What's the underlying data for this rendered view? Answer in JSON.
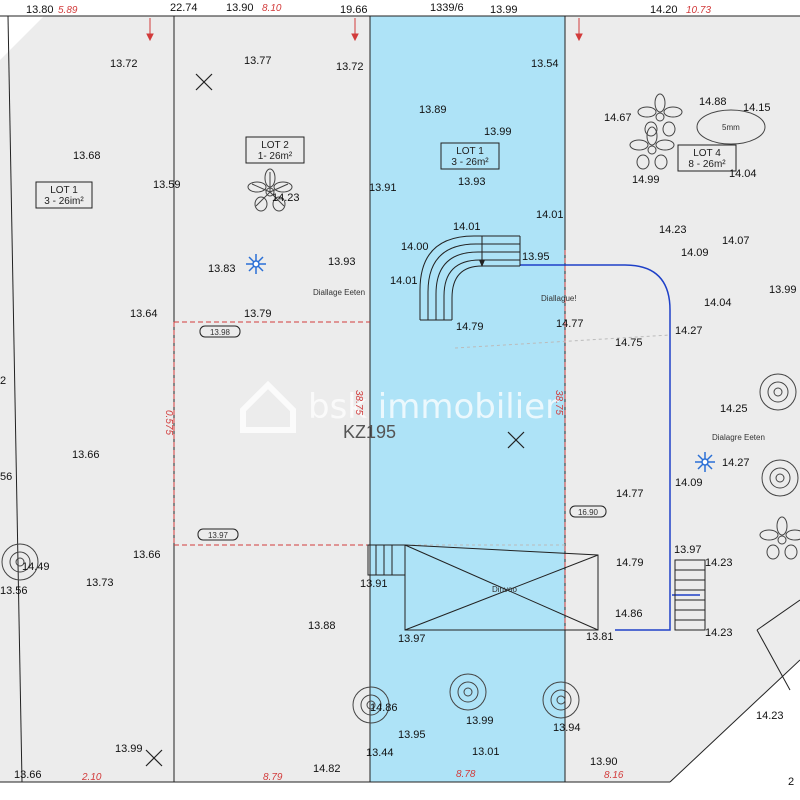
{
  "colors": {
    "background": "#ececec",
    "lot_highlight": "#aee3f7",
    "boundary_line": "#222222",
    "dimension_red": "#d23b3b",
    "pipe_blue": "#1e40c8"
  },
  "watermark": {
    "text": "bsk immobilier"
  },
  "parcel": {
    "label": "KZ195"
  },
  "lots": [
    {
      "name": "LOT 1",
      "area": "3 - 26im²"
    },
    {
      "name": "LOT 2",
      "area": "1- 26m²"
    },
    {
      "name": "LOT 1",
      "area": "3 - 26m²"
    },
    {
      "name": "LOT 4",
      "area": "8 - 26m²"
    }
  ],
  "top_labels": [
    "13.80",
    "5.89",
    "22.74",
    "13.90",
    "8.10",
    "19.66",
    "1339/6",
    "13.99",
    "14.20",
    "10.73"
  ],
  "bottom_labels": [
    "13.66",
    "2.10",
    "8.79",
    "14.82",
    "8.78",
    "13.01",
    "13.90",
    "8.16"
  ],
  "side_dims": [
    "0.575",
    "38.75",
    "38.75"
  ],
  "boxed_values": [
    "13.98",
    "13.97",
    "16.90"
  ],
  "annotations": [
    "Diallage Eeten",
    "Diallague!",
    "Dialagre Eeten",
    "Dinvoo",
    "5mm"
  ],
  "elevations": [
    "13.72",
    "13.77",
    "13.72",
    "13.54",
    "13.89",
    "13.99",
    "14.67",
    "14.88",
    "14.15",
    "13.68",
    "14.23",
    "13.59",
    "13.91",
    "13.93",
    "14.99",
    "14.04",
    "14.01",
    "14.01",
    "14.00",
    "13.95",
    "14.23",
    "14.07",
    "14.09",
    "13.83",
    "13.93",
    "14.01",
    "13.99",
    "14.04",
    "13.64",
    "13.79",
    "14.79",
    "14.77",
    "14.27",
    "14.75",
    "2",
    "14.25",
    "13.66",
    "14.27",
    "14.09",
    "56",
    "14.77",
    "13.66",
    "13.97",
    "14.49",
    "13.56",
    "13.73",
    "13.91",
    "14.79",
    "14.23",
    "13.88",
    "14.86",
    "13.97",
    "13.81",
    "14.23",
    "14.86",
    "13.99",
    "14.23",
    "13.95",
    "13.94",
    "13.99",
    "13.44",
    "2"
  ]
}
